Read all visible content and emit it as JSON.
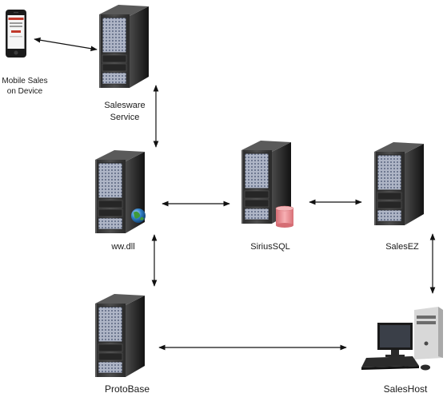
{
  "nodes": {
    "mobile": {
      "label": "Mobile Sales\non Device",
      "icon": "smartphone-icon"
    },
    "salesware": {
      "label": "Salesware\nService",
      "icon": "server-tower-icon"
    },
    "wwdll": {
      "label": "ww.dll",
      "icon": "server-tower-icon",
      "badge": "globe-icon"
    },
    "siriussql": {
      "label": "SiriusSQL",
      "icon": "server-tower-icon",
      "badge": "database-icon"
    },
    "salesez": {
      "label": "SalesEZ",
      "icon": "server-tower-icon"
    },
    "protobase": {
      "label": "ProtoBase",
      "icon": "server-tower-icon"
    },
    "saleshost": {
      "label": "SalesHost",
      "icon": "desktop-computer-icon"
    }
  },
  "connections": [
    {
      "from": "mobile",
      "to": "salesware",
      "direction": "bidirectional"
    },
    {
      "from": "salesware",
      "to": "wwdll",
      "direction": "bidirectional"
    },
    {
      "from": "wwdll",
      "to": "siriussql",
      "direction": "bidirectional"
    },
    {
      "from": "siriussql",
      "to": "salesez",
      "direction": "bidirectional"
    },
    {
      "from": "wwdll",
      "to": "protobase",
      "direction": "bidirectional"
    },
    {
      "from": "salesez",
      "to": "saleshost",
      "direction": "bidirectional"
    },
    {
      "from": "protobase",
      "to": "saleshost",
      "direction": "bidirectional"
    }
  ],
  "colors": {
    "server_body": "#2b2b2b",
    "server_front": "#3c3c3c",
    "server_grid": "#9aa3b6",
    "arrow": "#111111",
    "database": "#e88a8f",
    "globe": "#2f7fc8"
  }
}
